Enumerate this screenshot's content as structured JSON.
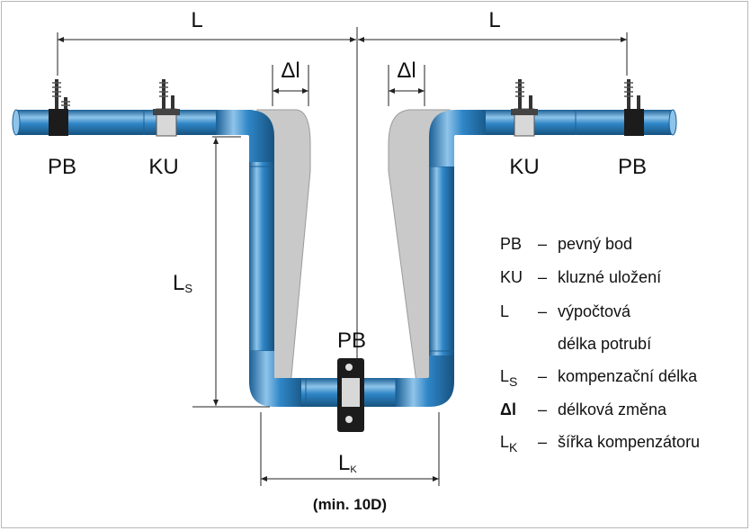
{
  "colors": {
    "pipe_blue": "#2f86c7",
    "pipe_blue_dark": "#1a5f95",
    "pipe_highlight": "#8fc4ea",
    "shadow_grey": "#c9c9c9",
    "support_dark": "#1c1c1c",
    "sleeve_light": "#d8d8d8"
  },
  "dimensions": {
    "L_left": "L",
    "L_right": "L",
    "delta_left": "Δl",
    "delta_right": "Δl",
    "Ls": "L",
    "Ls_sub": "S",
    "Lk": "L",
    "Lk_sub": "K",
    "min_note": "(min. 10D)"
  },
  "supports": {
    "pb_left": "PB",
    "ku_left": "KU",
    "ku_right": "KU",
    "pb_right": "PB",
    "pb_center": "PB"
  },
  "legend": [
    {
      "symbol": "PB",
      "symbol_sub": "",
      "dash": "–",
      "text": "pevný bod"
    },
    {
      "symbol": "KU",
      "symbol_sub": "",
      "dash": "–",
      "text": "kluzné uložení"
    },
    {
      "symbol": "L",
      "symbol_sub": "",
      "dash": "–",
      "text": "výpočtová"
    },
    {
      "symbol": "",
      "symbol_sub": "",
      "dash": "",
      "text": "délka potrubí"
    },
    {
      "symbol": "L",
      "symbol_sub": "S",
      "dash": "–",
      "text": "kompenzační délka"
    },
    {
      "symbol": "Δl",
      "symbol_sub": "",
      "dash": "–",
      "text": "délková změna"
    },
    {
      "symbol": "L",
      "symbol_sub": "K",
      "dash": "–",
      "text": "šířka kompenzátoru"
    }
  ]
}
